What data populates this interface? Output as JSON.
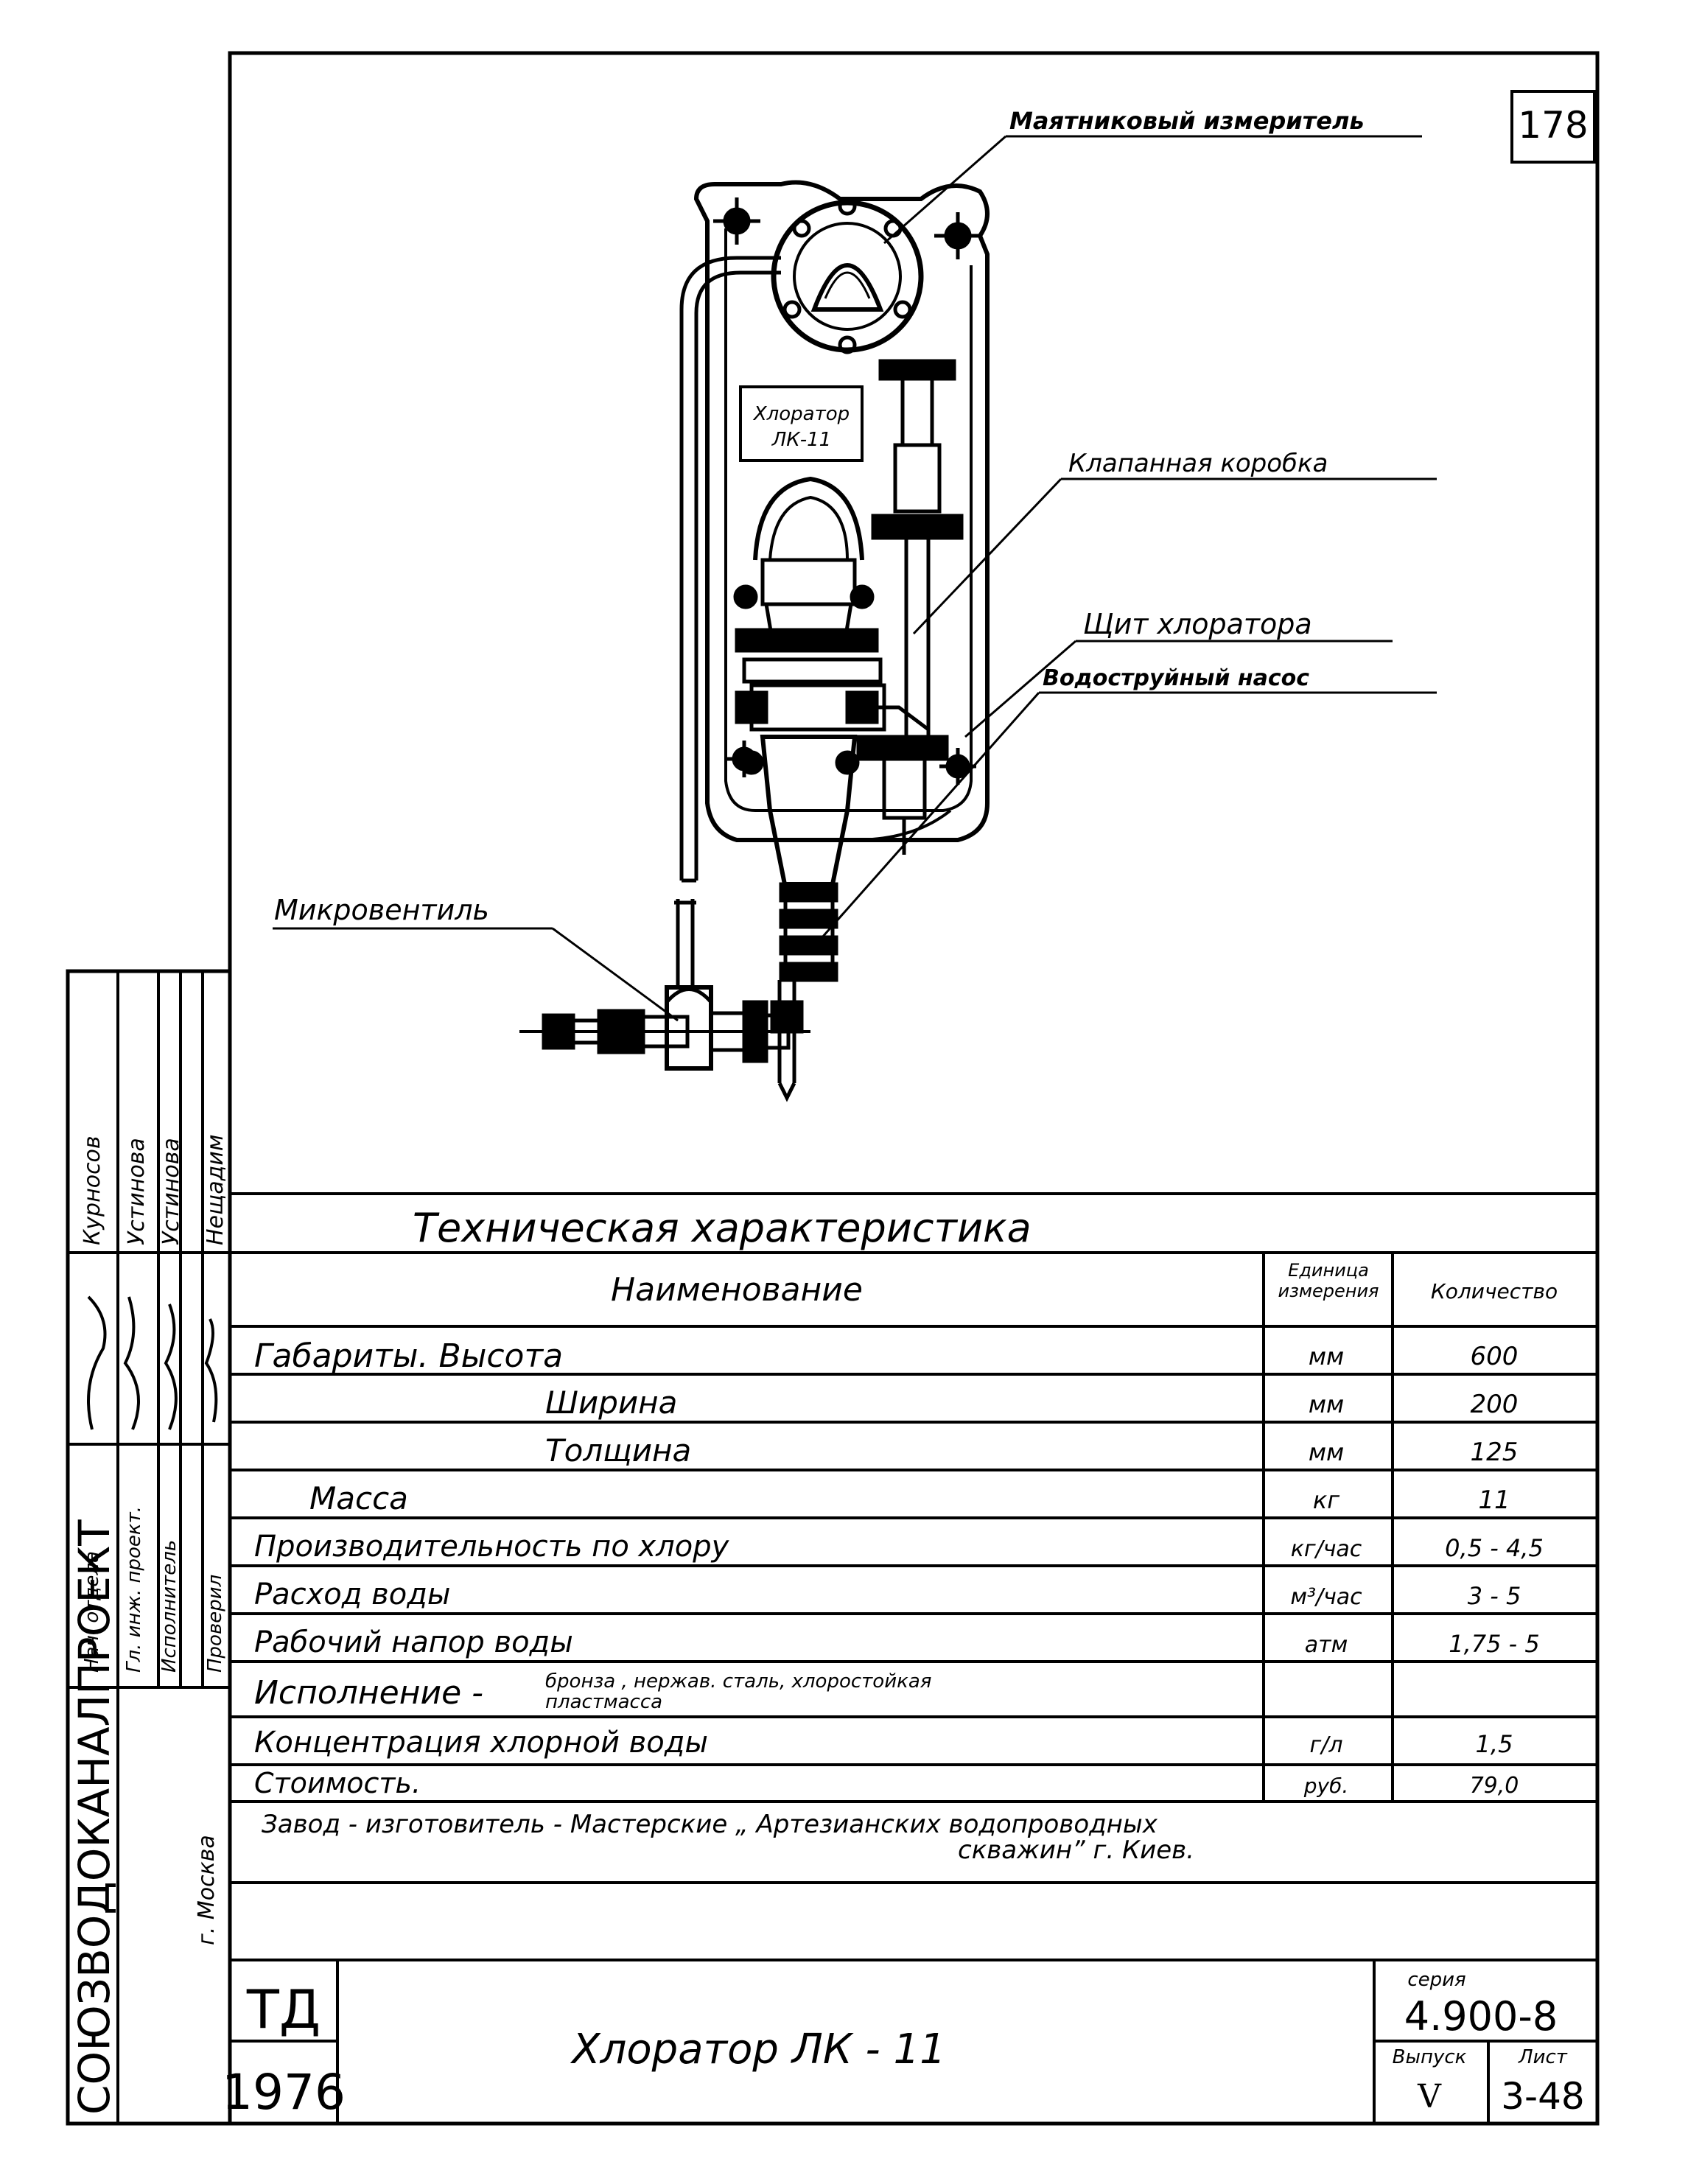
{
  "sheet": {
    "page_number": "178",
    "callouts": {
      "meter": "Маятниковый измеритель",
      "valve_box": "Клапанная коробка",
      "panel": "Щит хлоратора",
      "pump": "Водоструйный насос",
      "microvalve": "Микровентиль"
    },
    "device_plate": {
      "line1": "Хлоратор",
      "line2": "ЛК-11"
    }
  },
  "table": {
    "title": "Техническая характеристика",
    "headers": {
      "name": "Наименование",
      "unit": "Единица измерения",
      "qty": "Количество"
    },
    "rows": [
      {
        "name": "Габариты. Высота",
        "unit": "мм",
        "qty": "600"
      },
      {
        "name": "Ширина",
        "unit": "мм",
        "qty": "200"
      },
      {
        "name": "Толщина",
        "unit": "мм",
        "qty": "125"
      },
      {
        "name": "Масса",
        "unit": "кг",
        "qty": "11"
      },
      {
        "name": "Производительность по хлору",
        "unit": "кг/час",
        "qty": "0,5 - 4,5"
      },
      {
        "name": "Расход воды",
        "unit": "м³/час",
        "qty": "3 - 5"
      },
      {
        "name": "Рабочий напор воды",
        "unit": "атм",
        "qty": "1,75 - 5"
      },
      {
        "name": "Исполнение -",
        "note1": "бронза , нержав. сталь, хлоростойкая",
        "note2": "пластмасса",
        "unit": "",
        "qty": ""
      },
      {
        "name": "Концентрация хлорной воды",
        "unit": "г/л",
        "qty": "1,5"
      },
      {
        "name": "Стоимость.",
        "unit": "руб.",
        "qty": "79,0"
      }
    ],
    "manufacturer_line1": "Завод - изготовитель - Мастерские „ Артезианских водопроводных",
    "manufacturer_line2": "скважин” г. Киев."
  },
  "signatures": {
    "roles": [
      "Нач. отдела",
      "Гл. инж. проект.",
      "Исполнитель",
      "Проверил"
    ],
    "names": [
      "Курносов",
      "Устинова",
      "Устинова",
      "Нещадим"
    ]
  },
  "title_block": {
    "org": "СОЮЗВОДОКАНАЛПРОЕКТ",
    "city": "г. Москва",
    "code": "ТД",
    "year": "1976",
    "title": "Хлоратор ЛК - 11",
    "series_label": "серия",
    "series_value": "4.900-8",
    "issue_label": "Выпуск",
    "issue_value": "V",
    "sheet_label": "Лист",
    "sheet_value": "3-48"
  }
}
